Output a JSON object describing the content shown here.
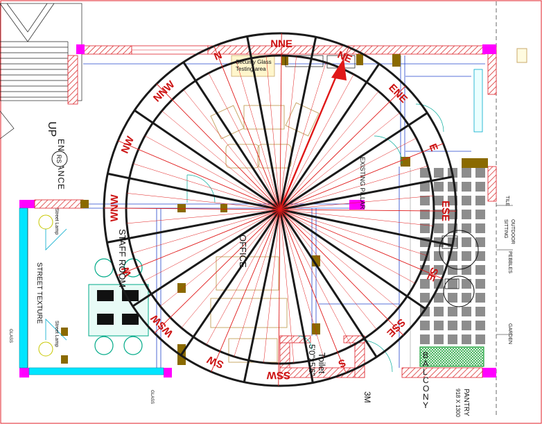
{
  "colors": {
    "wall_outline": "#e0202a",
    "wall_hatch": "#d93030",
    "column": "#8a6a00",
    "magenta": "#ff00ff",
    "cyan": "#00e5ff",
    "blue_line": "#2244cc",
    "green": "#2aa845",
    "grey_tile": "#8d8d8d",
    "compass_ring": "#1a1a1a",
    "compass_red": "#e01818",
    "direction_label": "#cc1111",
    "furniture": "#c9a86a"
  },
  "compass": {
    "directions": [
      {
        "label": "N",
        "angle": 0
      },
      {
        "label": "NNE",
        "angle": 22.5
      },
      {
        "label": "NE",
        "angle": 45
      },
      {
        "label": "ENE",
        "angle": 67.5
      },
      {
        "label": "E",
        "angle": 90
      },
      {
        "label": "ESE",
        "angle": 112.5
      },
      {
        "label": "SE",
        "angle": 135
      },
      {
        "label": "SSE",
        "angle": 157.5
      },
      {
        "label": "S",
        "angle": 180
      },
      {
        "label": "SSW",
        "angle": 202.5
      },
      {
        "label": "SW",
        "angle": 225
      },
      {
        "label": "WSW",
        "angle": 247.5
      },
      {
        "label": "W",
        "angle": 270
      },
      {
        "label": "WNW",
        "angle": 292.5
      },
      {
        "label": "NW",
        "angle": 315
      },
      {
        "label": "NNW",
        "angle": 337.5
      }
    ]
  },
  "labels": {
    "up": "UP",
    "entrance": "ENTRANCE",
    "rs": "RS",
    "security": "Security Glass\nTesting area",
    "existing_pillar": "EXISTING PILLAR",
    "office": "OFFICE",
    "staff_room": "STAFF ROOM",
    "street_texture": "STREET TEXTURE",
    "street_lamp_1": "Street Lamp",
    "street_lamp_2": "Street Lamp",
    "glass_left": "GLASS",
    "glass_bottom": "GLASS",
    "toilet": "Toilet",
    "toilet_size": "5'0\"x5'6\"",
    "balcony": "B\nA\nL\nC\nO\nN\nY",
    "balcony_3m": "3M",
    "pantry": "PANTRY",
    "pantry_size": "918 X 1300",
    "tile": "TILE",
    "outdoor_sitting": "OUTDOOR\nSITTING",
    "pebbles": "PEBBLES",
    "garden": "GARDEN"
  }
}
